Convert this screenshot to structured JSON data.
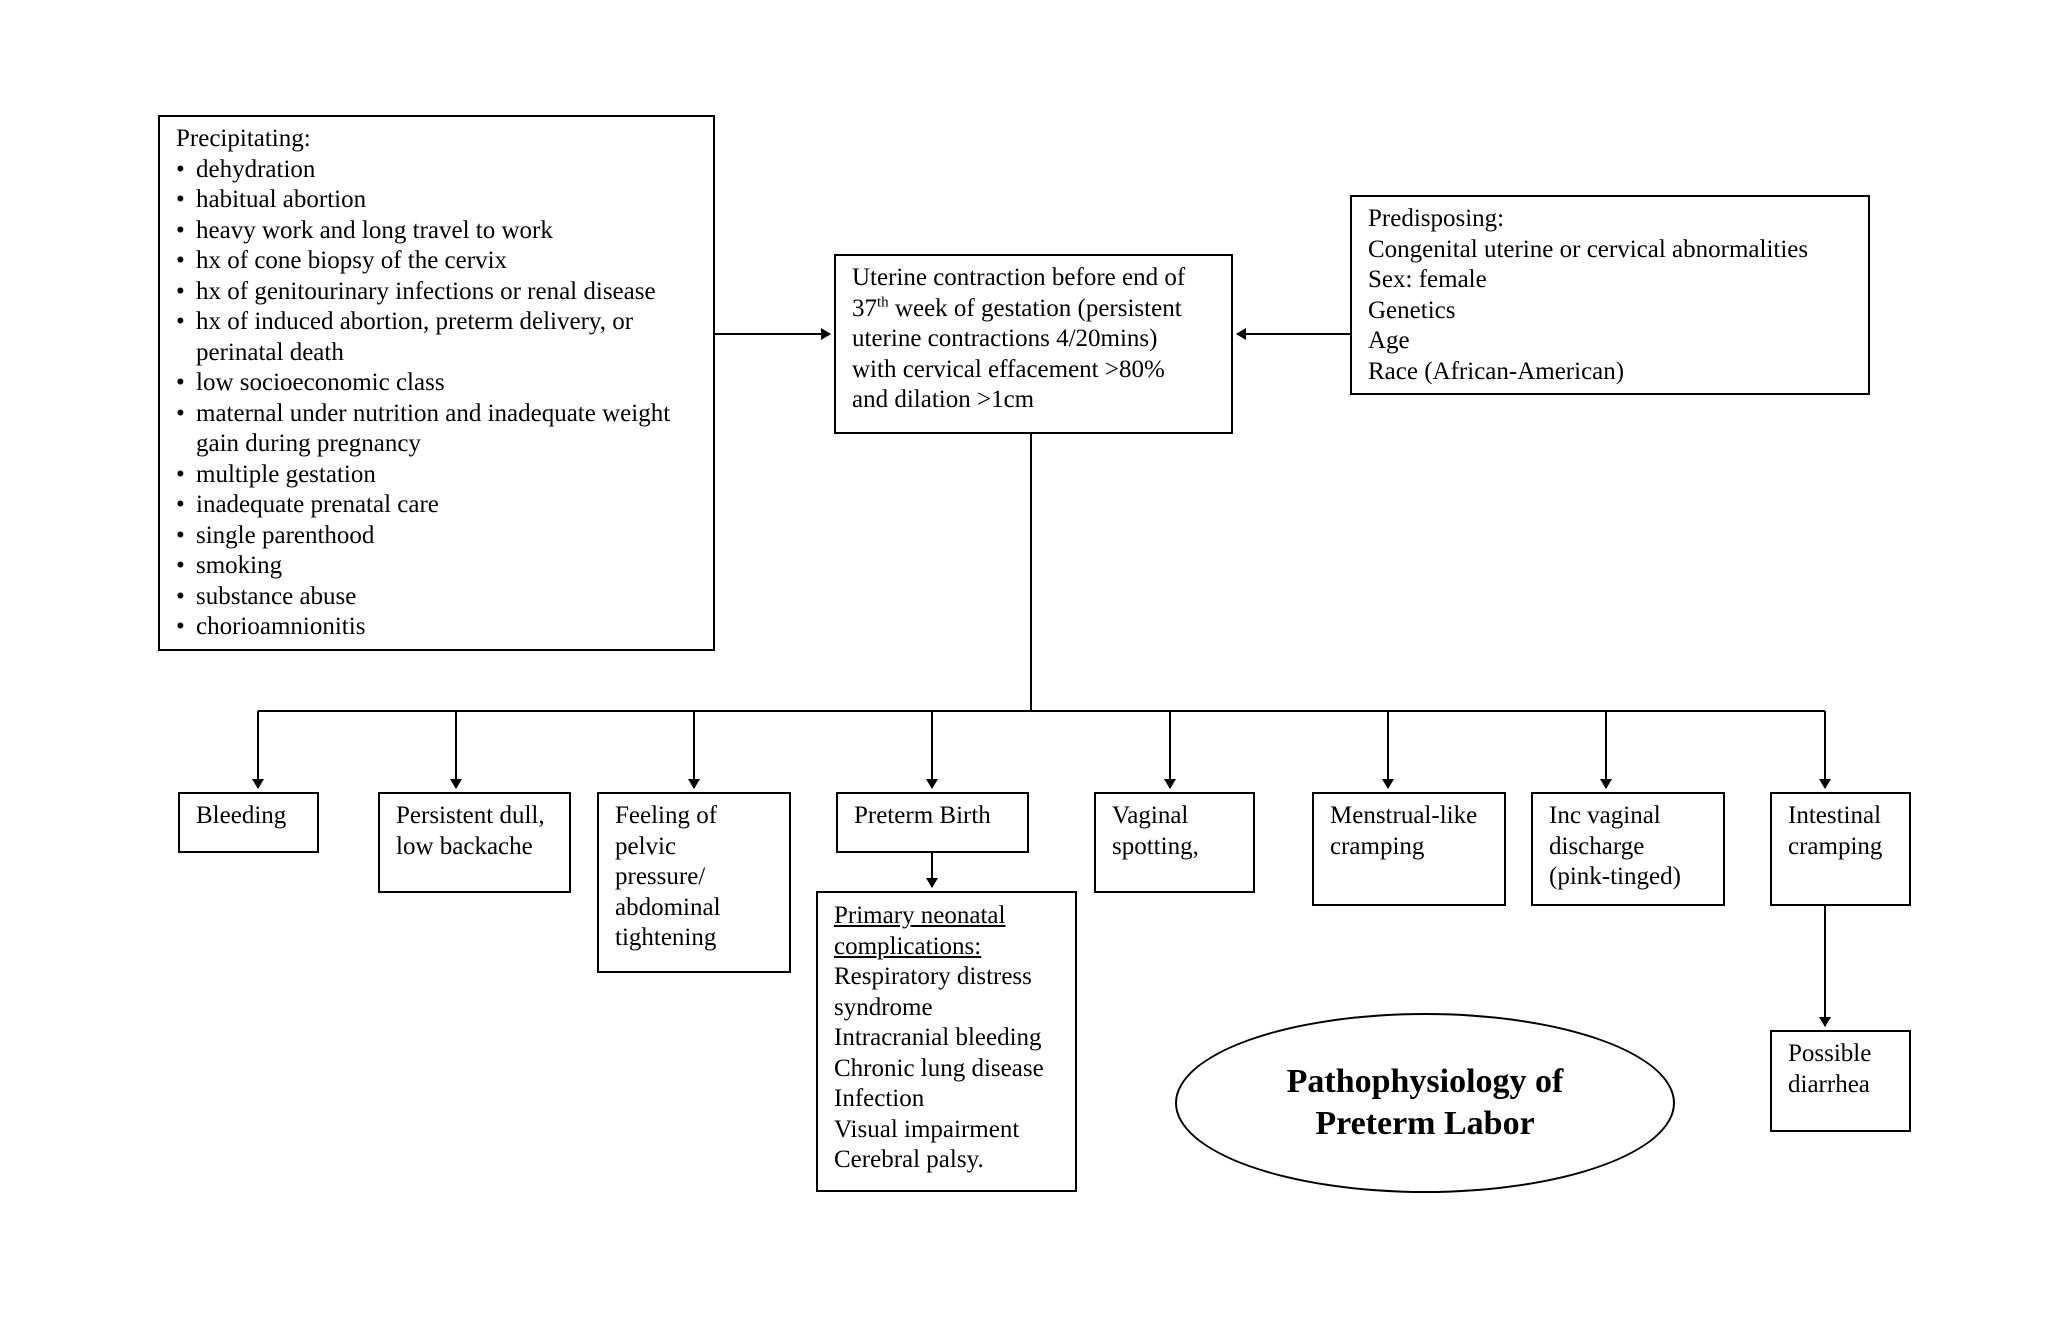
{
  "precipitating": {
    "heading": "Precipitating:",
    "items": [
      "dehydration",
      "habitual abortion",
      "heavy work and long travel to work",
      "hx of cone biopsy of the cervix",
      "hx of genitourinary infections or renal disease",
      "hx of induced abortion, preterm delivery, or perinatal death",
      "low socioeconomic class",
      "maternal under nutrition and inadequate weight gain during pregnancy",
      "multiple gestation",
      "inadequate prenatal care",
      "single parenthood",
      "smoking",
      "substance abuse",
      "chorioamnionitis"
    ]
  },
  "central": {
    "line1": "Uterine contraction before end of",
    "line2_num": "37",
    "line2_sup": "th",
    "line2_rest": " week of gestation (persistent",
    "line3": "uterine contractions 4/20mins)",
    "line4": "with cervical effacement >80%",
    "line5": "and dilation >1cm"
  },
  "predisposing": {
    "heading": "Predisposing:",
    "items": [
      "Congenital uterine or cervical abnormalities",
      "Sex: female",
      "Genetics",
      "Age",
      "Race (African-American)"
    ]
  },
  "outcomes": {
    "bleeding": [
      "Bleeding"
    ],
    "backache": [
      "Persistent dull,",
      "low backache"
    ],
    "pelvic": [
      "Feeling of",
      "pelvic",
      "pressure/",
      "abdominal",
      "tightening"
    ],
    "preterm_birth": [
      "Preterm Birth"
    ],
    "vaginal_spotting": [
      "Vaginal",
      "spotting,"
    ],
    "menstrual": [
      "Menstrual-like",
      "cramping"
    ],
    "discharge": [
      "Inc vaginal",
      "discharge",
      "(pink-tinged)"
    ],
    "intestinal": [
      "Intestinal",
      "cramping"
    ],
    "diarrhea": [
      "Possible",
      "diarrhea"
    ]
  },
  "complications": {
    "heading_line1": "Primary neonatal",
    "heading_line2": "complications:",
    "items": [
      "Respiratory distress",
      "syndrome",
      "Intracranial bleeding",
      "Chronic lung disease",
      "Infection",
      "Visual impairment",
      "Cerebral palsy."
    ]
  },
  "title": {
    "line1": "Pathophysiology of",
    "line2": "Preterm Labor"
  }
}
